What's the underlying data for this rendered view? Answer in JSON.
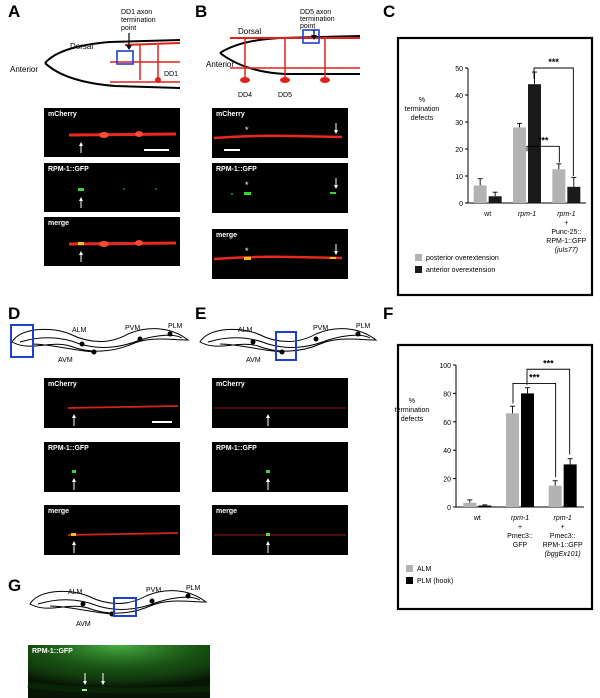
{
  "panels": {
    "A": {
      "letter": "A",
      "schematic": {
        "dorsal": "Dorsal",
        "anterior": "Anterior",
        "callout": [
          "DD1 axon",
          "termination",
          "point"
        ],
        "neuron": "DD1"
      },
      "images": [
        {
          "label": "mCherry"
        },
        {
          "label": "RPM-1::GFP"
        },
        {
          "label": "merge"
        }
      ]
    },
    "B": {
      "letter": "B",
      "schematic": {
        "dorsal": "Dorsal",
        "anterior": "Anterior",
        "callout": [
          "DD5 axon",
          "termination",
          "point"
        ],
        "neurons": [
          "DD4",
          "DD5"
        ]
      },
      "images": [
        {
          "label": "mCherry"
        },
        {
          "label": "RPM-1::GFP"
        },
        {
          "label": "merge"
        }
      ]
    },
    "C": {
      "letter": "C"
    },
    "D": {
      "letter": "D",
      "neurons": {
        "alm": "ALM",
        "pvm": "PVM",
        "plm": "PLM",
        "avm": "AVM"
      },
      "images": [
        {
          "label": "mCherry"
        },
        {
          "label": "RPM-1::GFP"
        },
        {
          "label": "merge"
        }
      ]
    },
    "E": {
      "letter": "E",
      "neurons": {
        "alm": "ALM",
        "pvm": "PVM",
        "plm": "PLM",
        "avm": "AVM"
      },
      "images": [
        {
          "label": "mCherry"
        },
        {
          "label": "RPM-1::GFP"
        },
        {
          "label": "merge"
        }
      ]
    },
    "F": {
      "letter": "F"
    },
    "G": {
      "letter": "G",
      "neurons": {
        "alm": "ALM",
        "pvm": "PVM",
        "plm": "PLM",
        "avm": "AVM"
      },
      "images": [
        {
          "label": "RPM-1::GFP"
        }
      ]
    }
  },
  "chart_data": [
    {
      "panel": "C",
      "type": "bar",
      "ylabel": [
        "%",
        "termination",
        "defects"
      ],
      "ylim": [
        0,
        50
      ],
      "yticks": [
        0,
        10,
        20,
        30,
        40,
        50
      ],
      "categories": [
        [
          "wt"
        ],
        [
          "rpm-1"
        ],
        [
          "rpm-1",
          "+",
          "Punc-25::",
          "RPM-1::GFP",
          "(juIs77)"
        ]
      ],
      "series": [
        {
          "name": "posterior overextension",
          "color": "#b3b3b3",
          "values": [
            6.5,
            28,
            12.5
          ],
          "errors": [
            2.5,
            1.5,
            2
          ]
        },
        {
          "name": "anterior overextension",
          "color": "#1a1a1a",
          "values": [
            2.5,
            44,
            6
          ],
          "errors": [
            1.5,
            4.5,
            3.5
          ]
        }
      ],
      "significance": [
        "***",
        "***"
      ]
    },
    {
      "panel": "F",
      "type": "bar",
      "ylabel": [
        "%",
        "termination",
        "defects"
      ],
      "ylim": [
        0,
        100
      ],
      "yticks": [
        0,
        20,
        40,
        60,
        80,
        100
      ],
      "categories": [
        [
          "wt"
        ],
        [
          "rpm-1",
          "+",
          "Pmec3::",
          "GFP"
        ],
        [
          "rpm-1",
          "+",
          "Pmec3::",
          "RPM-1::GFP",
          "(bggEx101)"
        ]
      ],
      "series": [
        {
          "name": "ALM",
          "color": "#b3b3b3",
          "values": [
            3,
            66,
            15
          ],
          "errors": [
            2,
            5,
            3.5
          ]
        },
        {
          "name": "PLM (hook)",
          "color": "#000000",
          "values": [
            1,
            80,
            30
          ],
          "errors": [
            0.5,
            4,
            4
          ]
        }
      ],
      "significance": [
        "***",
        "***"
      ]
    }
  ]
}
